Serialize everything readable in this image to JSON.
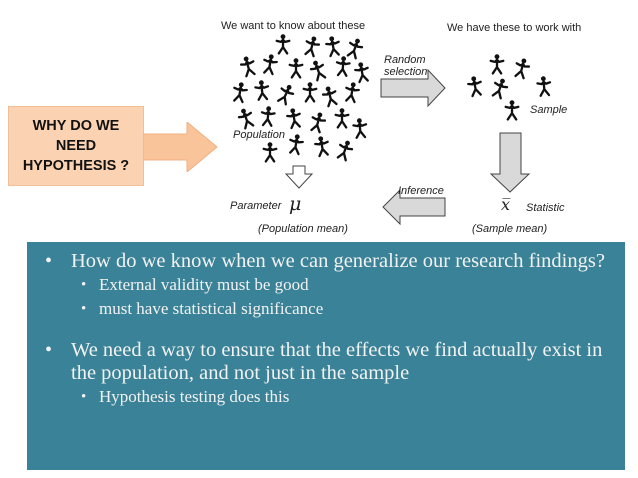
{
  "callout": {
    "text": "WHY  DO WE\nNEED\nHYPOTHESIS ?"
  },
  "diagram": {
    "population_header": "We want to know about these",
    "sample_header": "We have these to work with",
    "random_selection": "Random\nselection",
    "population_label": "Population",
    "sample_label": "Sample",
    "inference_label": "Inference",
    "parameter_label": "Parameter",
    "mu_symbol": "μ",
    "population_mean": "(Population mean)",
    "xbar_symbol": "x̅",
    "statistic_label": "Statistic",
    "sample_mean": "(Sample mean)",
    "people_icon": "person-icon",
    "arrow_color": "#d9d9d9",
    "callout_color": "#fbd3b3",
    "panel_color": "#3a8297"
  },
  "panel": {
    "bullets": [
      {
        "text": "How do we know when we can generalize our research findings?",
        "sub": [
          "External validity must be good",
          "must have statistical significance"
        ]
      },
      {
        "text": "We need a way to ensure that the effects we find actually exist in the population, and not just in the sample",
        "sub": [
          "Hypothesis testing does this"
        ]
      }
    ]
  }
}
